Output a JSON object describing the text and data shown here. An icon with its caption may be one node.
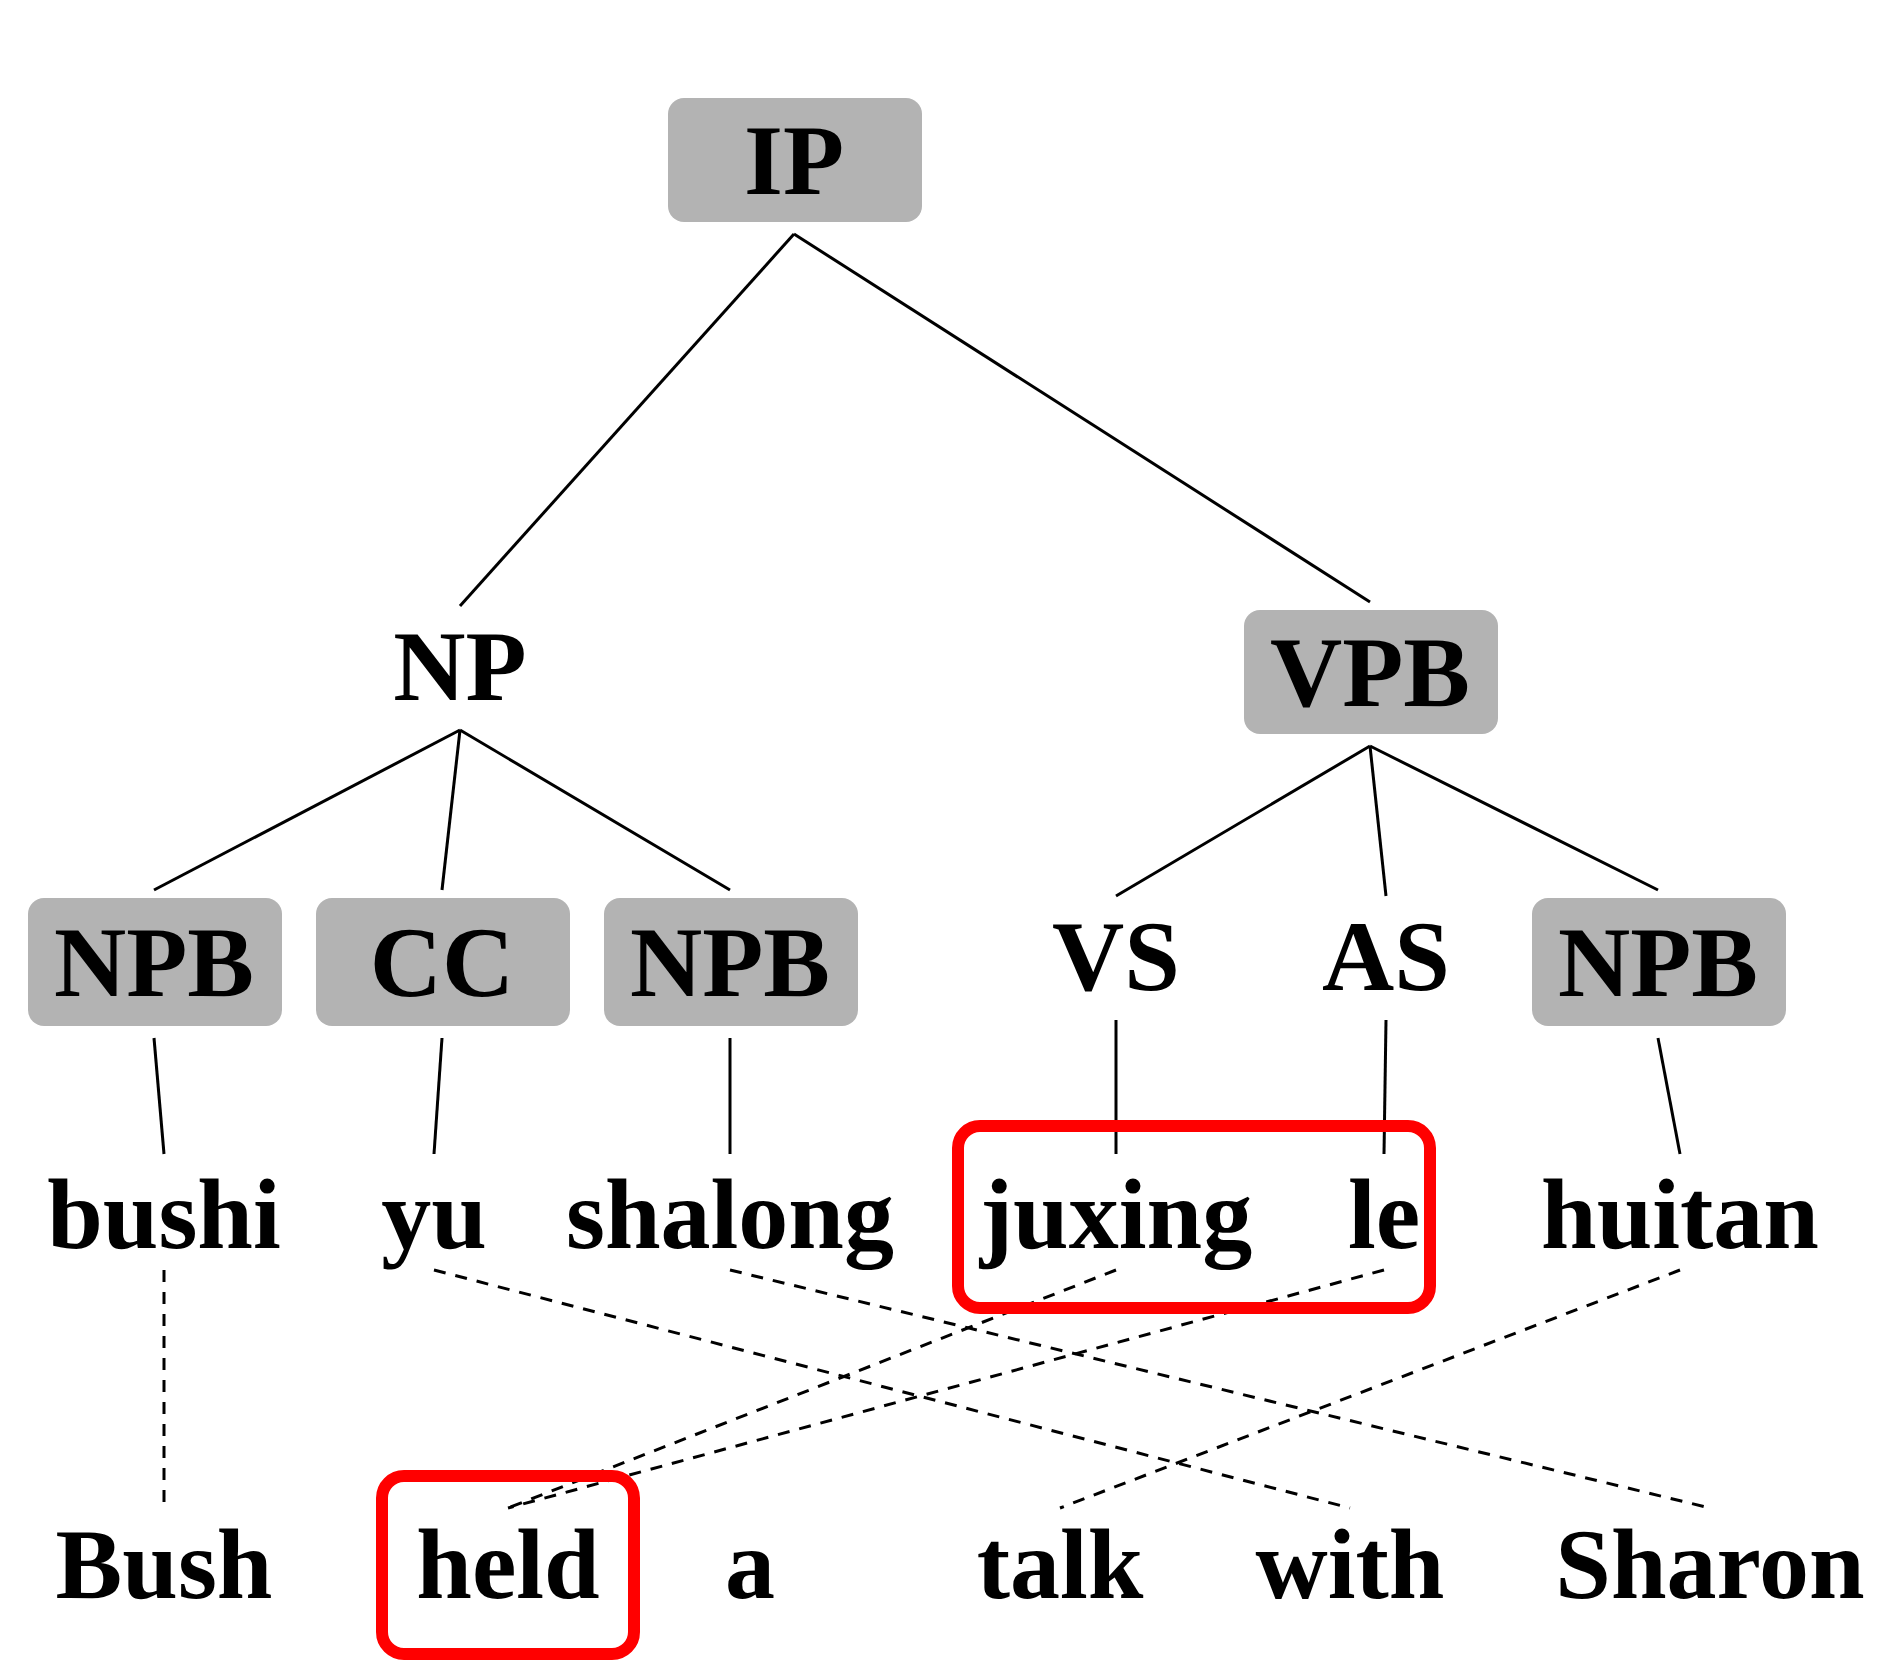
{
  "diagram": {
    "nodes": [
      {
        "text": [
          "IP"
        ]
      },
      {
        "text": [
          "NP"
        ]
      },
      {
        "text": [
          "VPB"
        ]
      },
      {
        "text": [
          "NPB"
        ]
      },
      {
        "text": [
          "CC"
        ]
      },
      {
        "text": [
          "NPB"
        ]
      },
      {
        "text": [
          "VS"
        ]
      },
      {
        "text": [
          "AS"
        ]
      },
      {
        "text": [
          "NPB"
        ]
      },
      {
        "text": [
          "bushi"
        ]
      },
      {
        "text": [
          "yu"
        ]
      },
      {
        "text": [
          "shalong"
        ]
      },
      {
        "text": [],
        "shape": "box"
      },
      {
        "text": [
          "juxing"
        ],
        "in": 12
      },
      {
        "text": [
          "le"
        ],
        "in": 12
      },
      {
        "text": [
          "huitan"
        ]
      },
      {
        "text": [
          "Bush"
        ]
      },
      {
        "text": [],
        "shape": "box"
      },
      {
        "text": [
          "held"
        ],
        "in": 17
      },
      {
        "text": [
          "a"
        ]
      },
      {
        "text": [
          "talk"
        ]
      },
      {
        "text": [
          "with"
        ]
      },
      {
        "text": [
          "Sharon"
        ]
      }
    ],
    "edges": [
      {
        "from": 0,
        "to": 1,
        "arrow": "none"
      },
      {
        "from": 0,
        "to": 2,
        "arrow": "none"
      },
      {
        "from": 1,
        "to": 3,
        "arrow": "none"
      },
      {
        "from": 1,
        "to": 4,
        "arrow": "none"
      },
      {
        "from": 1,
        "to": 5,
        "arrow": "none"
      },
      {
        "from": 2,
        "to": 6,
        "arrow": "none"
      },
      {
        "from": 2,
        "to": 7,
        "arrow": "none"
      },
      {
        "from": 2,
        "to": 8,
        "arrow": "none"
      },
      {
        "from": 3,
        "to": 9,
        "arrow": "none"
      },
      {
        "from": 4,
        "to": 10,
        "arrow": "none"
      },
      {
        "from": 5,
        "to": 11,
        "arrow": "none"
      },
      {
        "from": 6,
        "to": 13,
        "arrow": "none"
      },
      {
        "from": 7,
        "to": 14,
        "arrow": "none"
      },
      {
        "from": 8,
        "to": 15,
        "arrow": "none"
      },
      {
        "from": 9,
        "to": 16,
        "arrow": "none",
        "style": "dashed"
      },
      {
        "from": 10,
        "to": 21,
        "arrow": "none",
        "style": "dashed"
      },
      {
        "from": 11,
        "to": 22,
        "arrow": "none",
        "style": "dashed"
      },
      {
        "from": 13,
        "to": 18,
        "arrow": "none",
        "style": "dashed"
      },
      {
        "from": 14,
        "to": 18,
        "arrow": "none",
        "style": "dashed"
      },
      {
        "from": 15,
        "to": 20,
        "arrow": "none",
        "style": "dashed"
      }
    ]
  }
}
